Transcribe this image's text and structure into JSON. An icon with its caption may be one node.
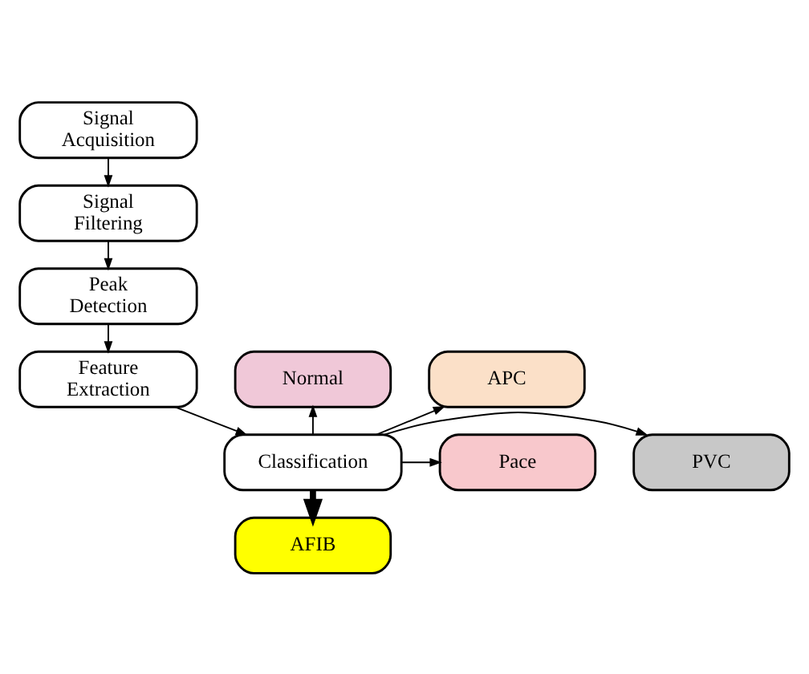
{
  "diagram": {
    "nodes": [
      {
        "text": [
          "Signal Acquisition"
        ]
      },
      {
        "text": [
          "Signal Filtering"
        ]
      },
      {
        "text": [
          "Peak Detection"
        ]
      },
      {
        "text": [
          "Feature Extraction"
        ]
      },
      {
        "text": [
          "Normal"
        ]
      },
      {
        "text": [
          "APC"
        ]
      },
      {
        "text": [
          "PVC"
        ]
      },
      {
        "text": [
          "Classification"
        ]
      },
      {
        "text": [
          "Pace"
        ]
      },
      {
        "text": [
          "AFIB"
        ]
      }
    ],
    "edges": [
      {
        "from": 0,
        "to": 1,
        "arrow": "to"
      },
      {
        "from": 1,
        "to": 2,
        "arrow": "to"
      },
      {
        "from": 2,
        "to": 3,
        "arrow": "to"
      },
      {
        "from": 3,
        "to": 7,
        "arrow": "to"
      },
      {
        "from": 7,
        "to": 4,
        "arrow": "to"
      },
      {
        "from": 7,
        "to": 5,
        "arrow": "to"
      },
      {
        "from": 7,
        "to": 6,
        "arrow": "to"
      },
      {
        "from": 7,
        "to": 8,
        "arrow": "to"
      },
      {
        "from": 7,
        "to": 9,
        "arrow": "to",
        "style": "thick"
      }
    ]
  }
}
